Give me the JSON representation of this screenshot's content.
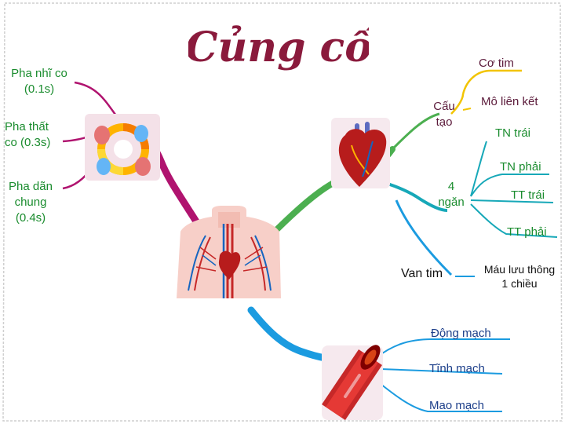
{
  "title": "Củng cố",
  "left_branch": {
    "items": [
      {
        "text_line1": "Pha nhĩ co",
        "text_line2": "(0.1s)"
      },
      {
        "text_line1": "Pha thất",
        "text_line2": "co (0.3s)"
      },
      {
        "text_line1": "Pha dãn",
        "text_line2": "chung",
        "text_line3": "(0.4s)"
      }
    ]
  },
  "right_branch": {
    "co_tim": "Cơ tim",
    "cau_tao_line1": "Cấu",
    "cau_tao_line2": "tạo",
    "mo_lien_ket": "Mô liên kết",
    "tn_trai": "TN trái",
    "tn_phai": "TN phải",
    "bon_ngan_line1": "4",
    "bon_ngan_line2": "ngăn",
    "tt_trai": "TT trái",
    "tt_phai": "TT phải",
    "van_tim": "Van tim",
    "mau_luu_thong_line1": "Máu lưu thông",
    "mau_luu_thong_line2": "1 chiều"
  },
  "vessel_branch": {
    "dong_mach": "Động mạch",
    "tinh_mach": "Tĩnh mạch",
    "mao_mach": "Mao mạch"
  },
  "colors": {
    "title": "#8a1a3c",
    "green_text": "#1a8c2e",
    "purple_branch": "#b0136f",
    "blue_branch": "#1b9be0",
    "green_branch": "#4caf50",
    "yellow_branch": "#f2c400",
    "teal_branch": "#17a8b8"
  }
}
